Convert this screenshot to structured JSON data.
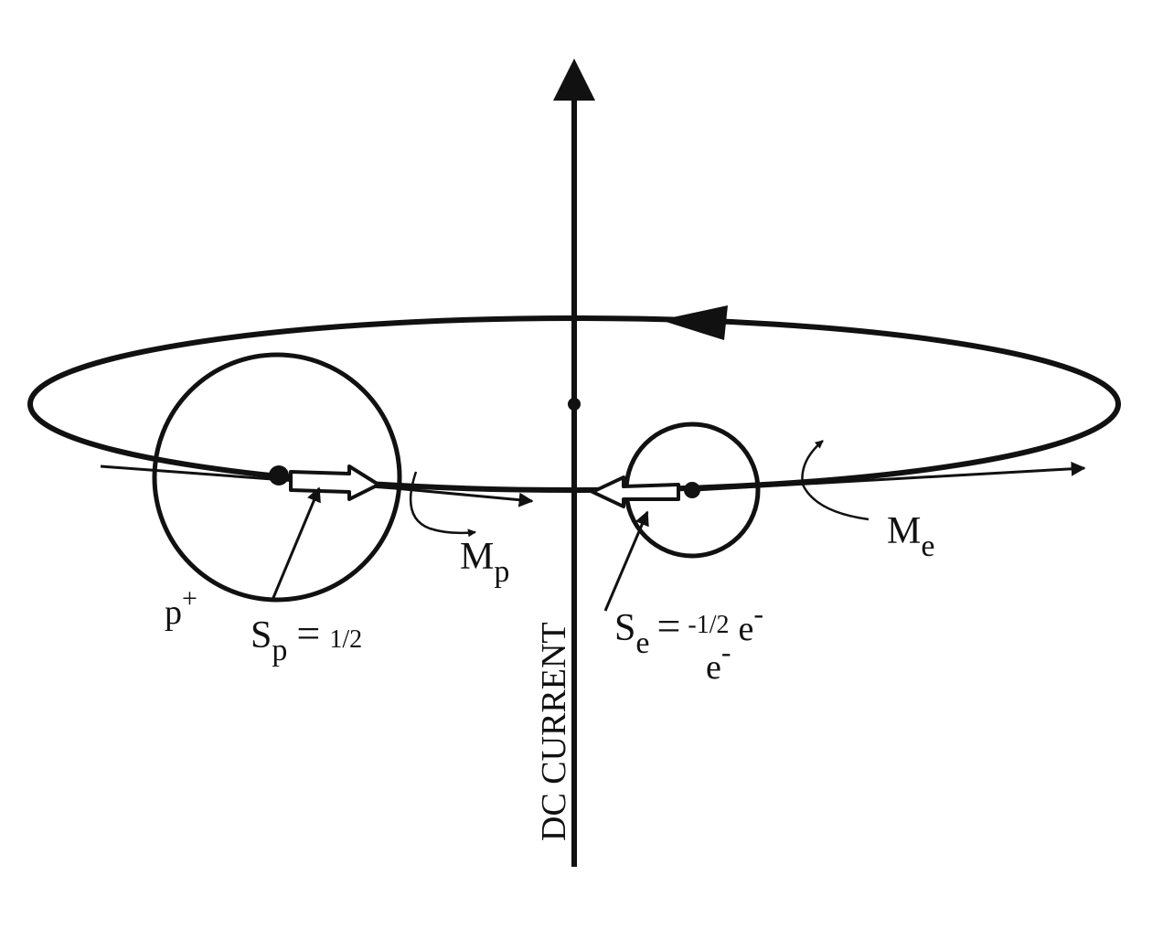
{
  "colors": {
    "ink": "#111111",
    "background": "#ffffff"
  },
  "labels": {
    "proton": {
      "main": "p",
      "sup": "+"
    },
    "proton_spin": {
      "main": "S",
      "sub": "p",
      "eq": "=",
      "value": "1/2"
    },
    "proton_moment": {
      "main": "M",
      "sub": "p"
    },
    "electron_spin": {
      "main": "S",
      "sub": "e",
      "eq": "=",
      "value": "-1/2",
      "tail": "e",
      "tail_sup": "-"
    },
    "electron": {
      "main": "e",
      "sup": "-"
    },
    "electron_moment": {
      "main": "M",
      "sub": "e"
    },
    "current": "DC CURRENT"
  }
}
